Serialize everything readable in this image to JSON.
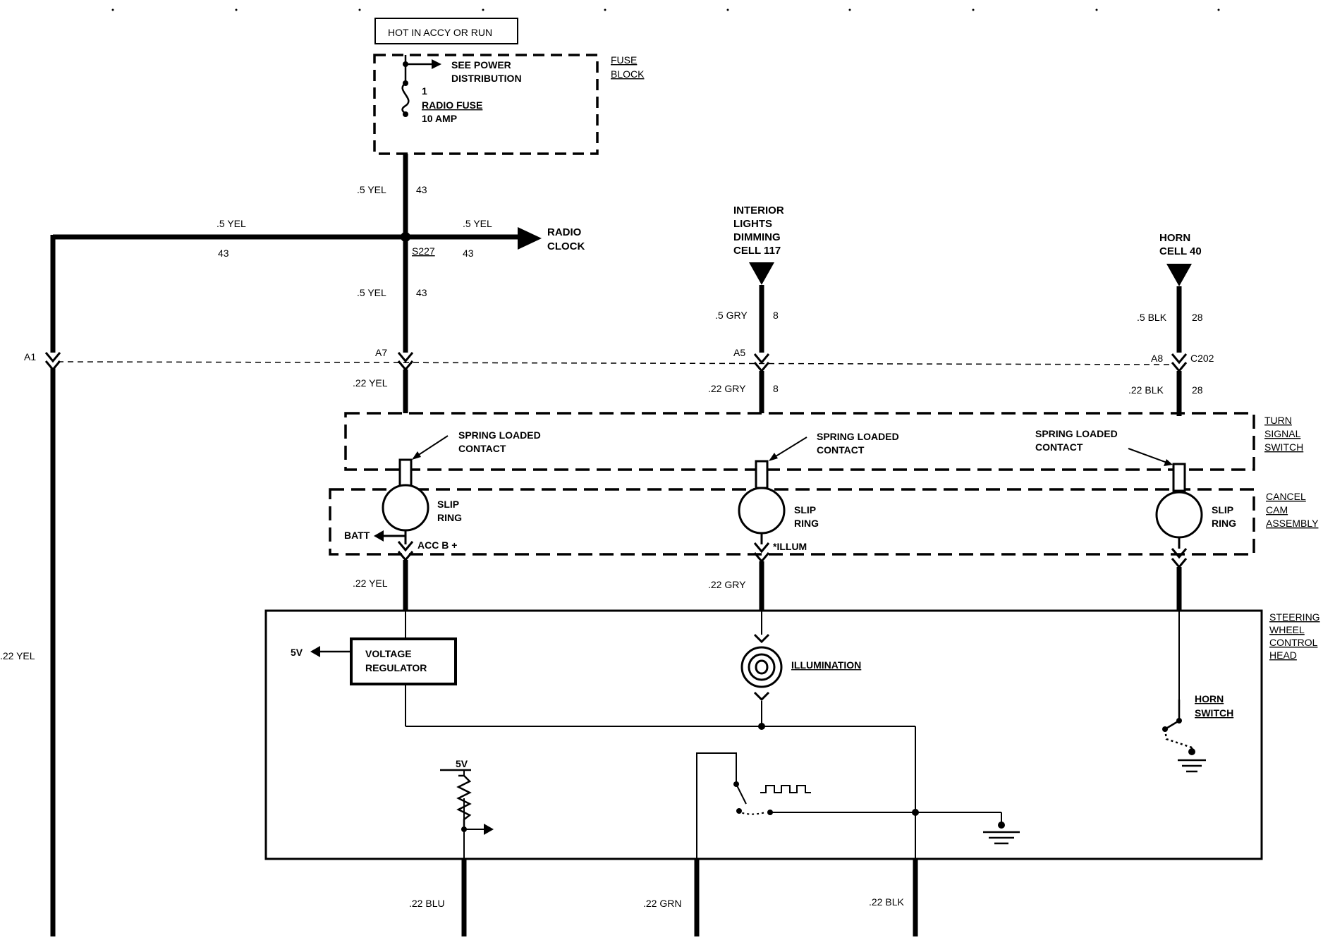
{
  "header": {
    "hot_in": "HOT IN ACCY OR RUN"
  },
  "fuse_block": {
    "label_1": "FUSE",
    "label_2": "BLOCK",
    "see_power_1": "SEE POWER",
    "see_power_2": "DISTRIBUTION",
    "fuse_num": "1",
    "fuse_name": "RADIO FUSE",
    "fuse_amp": "10 AMP"
  },
  "wires": {
    "w_top_yel": ".5 YEL",
    "w_top_43": "43",
    "w_left_yel": ".5 YEL",
    "w_left_43": "43",
    "w_right_yel": ".5 YEL",
    "w_right_43": "43",
    "splice": "S227",
    "w_down_yel": ".5 YEL",
    "w_down_43": "43",
    "w_gry": ".5 GRY",
    "w_gry_8": "8",
    "w_blk": ".5 BLK",
    "w_blk_28": "28",
    "w22_yel": ".22 YEL",
    "w22_gry": ".22 GRY",
    "w22_gry_8": "8",
    "w22_blk": ".22 BLK",
    "w22_blk_28": "28",
    "w22_yel_low": ".22 YEL",
    "w22_gry_low": ".22 GRY",
    "w22_yel_left": ".22 YEL",
    "w22_blu": ".22 BLU",
    "w22_grn": ".22 GRN",
    "w22_blk_bottom": ".22 BLK"
  },
  "radio_clock": {
    "line1": "RADIO",
    "line2": "CLOCK"
  },
  "interior_lights": {
    "l1": "INTERIOR",
    "l2": "LIGHTS",
    "l3": "DIMMING",
    "l4": "CELL 117"
  },
  "horn_cell": {
    "l1": "HORN",
    "l2": "CELL 40"
  },
  "connector": {
    "a1": "A1",
    "a7": "A7",
    "a5": "A5",
    "a8": "A8",
    "c202": "C202"
  },
  "turn_signal": {
    "l1": "TURN",
    "l2": "SIGNAL",
    "l3": "SWITCH"
  },
  "cancel_cam": {
    "l1": "CANCEL",
    "l2": "CAM",
    "l3": "ASSEMBLY"
  },
  "contacts": {
    "spring1": "SPRING LOADED",
    "spring2": "CONTACT"
  },
  "slip_ring": {
    "l1": "SLIP",
    "l2": "RING"
  },
  "slip_labels": {
    "batt": "BATT",
    "acc": "ACC B +",
    "illum": "*ILLUM"
  },
  "control_head": {
    "l1": "STEERING",
    "l2": "WHEEL",
    "l3": "CONTROL",
    "l4": "HEAD"
  },
  "regulator": {
    "l1": "VOLTAGE",
    "l2": "REGULATOR",
    "out": "5V"
  },
  "illumination": "ILLUMINATION",
  "horn_switch": {
    "l1": "HORN",
    "l2": "SWITCH"
  },
  "pullup": "5V"
}
